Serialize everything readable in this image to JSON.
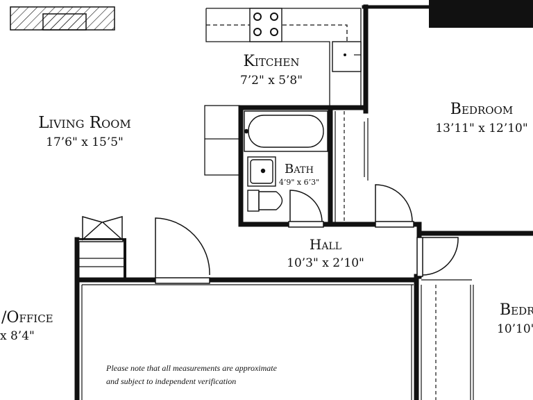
{
  "rooms": {
    "kitchen": {
      "name": "Kitchen",
      "dims": "7’2\" x 5’8\""
    },
    "living": {
      "name": "Living Room",
      "dims": "17’6\" x 15’5\""
    },
    "bedroom1": {
      "name": "Bedroom",
      "dims": "13’11\" x 12’10\""
    },
    "bath": {
      "name": "Bath",
      "dims": "4’9\" x 6’3\""
    },
    "hall": {
      "name": "Hall",
      "dims": "10’3\" x 2’10\""
    },
    "office": {
      "name": "/Office",
      "dims": "x 8’4\""
    },
    "bedroom2": {
      "name": "Bedr",
      "dims": "10’10\""
    }
  },
  "disclaimer": {
    "line1": "Please note that all measurements are approximate",
    "line2": "and subject to independent verification"
  }
}
